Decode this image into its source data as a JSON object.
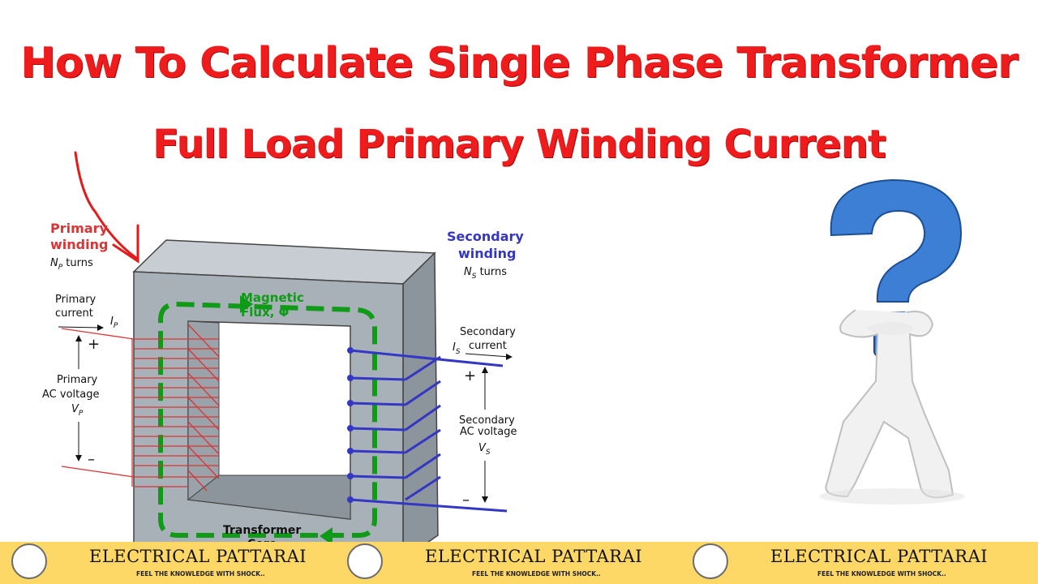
{
  "title": {
    "line1": "How To Calculate Single Phase Transformer",
    "line2": "Full Load Primary Winding Current"
  },
  "diagram": {
    "primary_winding": [
      "Primary",
      "winding"
    ],
    "primary_turns": "N",
    "primary_turns_sub": "P",
    "primary_turns_suffix": " turns",
    "primary_current": [
      "Primary",
      "current"
    ],
    "primary_current_symbol": "I",
    "primary_current_sub": "P",
    "primary_voltage": [
      "Primary",
      "AC voltage"
    ],
    "primary_voltage_symbol": "V",
    "primary_voltage_sub": "P",
    "secondary_winding": [
      "Secondary",
      "winding"
    ],
    "secondary_turns": "N",
    "secondary_turns_sub": "S",
    "secondary_turns_suffix": " turns",
    "secondary_current": [
      "Secondary",
      "current"
    ],
    "secondary_current_symbol": "I",
    "secondary_current_sub": "S",
    "secondary_voltage": [
      "Secondary",
      "AC voltage"
    ],
    "secondary_voltage_symbol": "V",
    "secondary_voltage_sub": "S",
    "flux_label": [
      "Magnetic",
      "Flux,  Φ"
    ],
    "core_label": [
      "Transformer",
      "Core"
    ],
    "plus": "+",
    "minus": "–"
  },
  "footer": {
    "brand_name": "ELECTRICAL PATTARAI",
    "tagline": "FEEL THE KNOWLEDGE WITH SHOCK..",
    "logo_text": "ELECTRICAL PATTARAI"
  },
  "colors": {
    "title_red": "#ee1c1c",
    "primary_red": "#d93535",
    "secondary_blue": "#3436c4",
    "flux_green": "#0f9a17",
    "core_gray": "#a9b1b8",
    "footer_yellow": "#fed866",
    "question_mark_blue": "#3d7fd4"
  },
  "icons": [
    "question-mark-figure",
    "red-arrow-annotation",
    "brand-logo-icon"
  ]
}
